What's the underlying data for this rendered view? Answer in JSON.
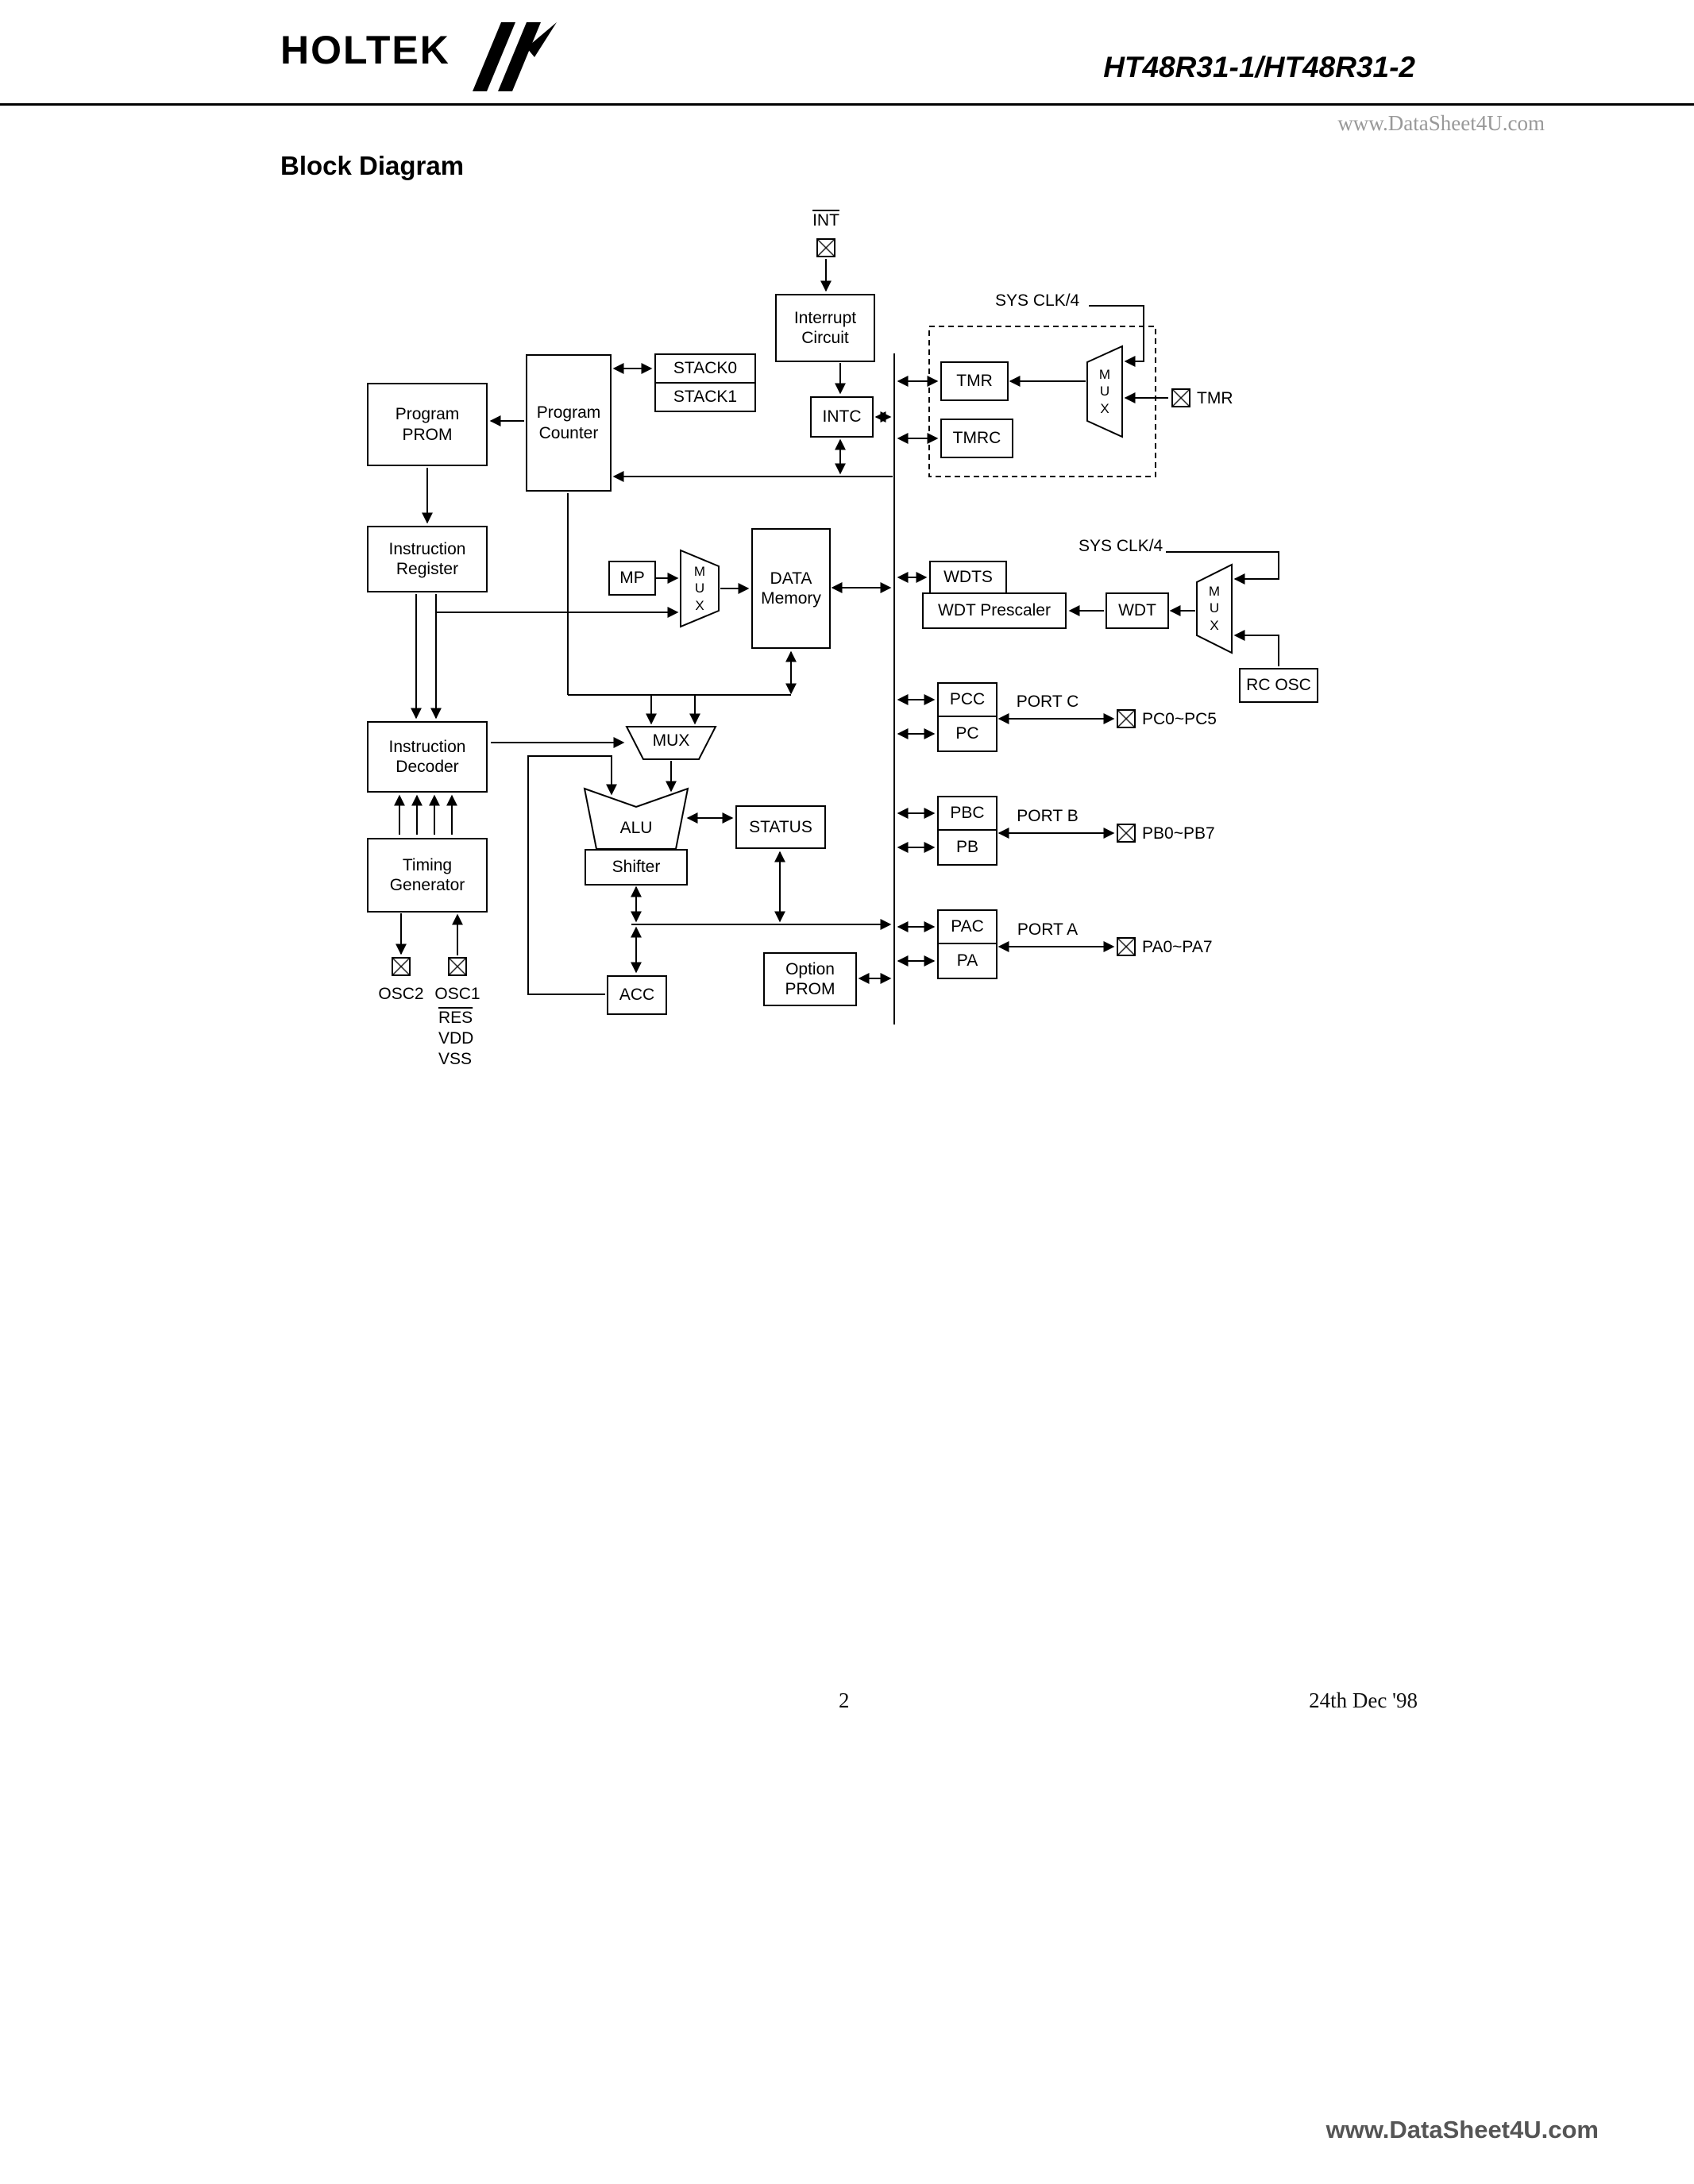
{
  "header": {
    "brand": "HOLTEK",
    "title": "HT48R31-1/HT48R31-2",
    "watermark": "www.DataSheet4U.com"
  },
  "section": {
    "title": "Block Diagram"
  },
  "diagram": {
    "labels": {
      "int": "INT",
      "interrupt_circuit": "Interrupt\nCircuit",
      "intc": "INTC",
      "program_prom": "Program\nPROM",
      "program_counter": "Program\nCounter",
      "stack0": "STACK0",
      "stack1": "STACK1",
      "instruction_register": "Instruction\nRegister",
      "mp": "MP",
      "mux_vertical": "M\nU\nX",
      "data_memory": "DATA\nMemory",
      "sys_clk": "SYS CLK/4",
      "tmr": "TMR",
      "tmrc": "TMRC",
      "tmr_pin": "TMR",
      "wdts": "WDTS",
      "wdt_prescaler": "WDT Prescaler",
      "wdt": "WDT",
      "rc_osc": "RC OSC",
      "pcc": "PCC",
      "pc": "PC",
      "port_c": "PORT C",
      "pc_range": "PC0~PC5",
      "pbc": "PBC",
      "pb": "PB",
      "port_b": "PORT B",
      "pb_range": "PB0~PB7",
      "pac": "PAC",
      "pa": "PA",
      "port_a": "PORT A",
      "pa_range": "PA0~PA7",
      "mux": "MUX",
      "instruction_decoder": "Instruction\nDecoder",
      "timing_generator": "Timing\nGenerator",
      "alu": "ALU",
      "shifter": "Shifter",
      "status": "STATUS",
      "acc": "ACC",
      "option_prom": "Option\nPROM",
      "osc2": "OSC2",
      "osc1": "OSC1",
      "res": "RES",
      "vdd": "VDD",
      "vss": "VSS"
    }
  },
  "footer": {
    "page": "2",
    "date": "24th Dec '98",
    "watermark": "www.DataSheet4U.com"
  }
}
